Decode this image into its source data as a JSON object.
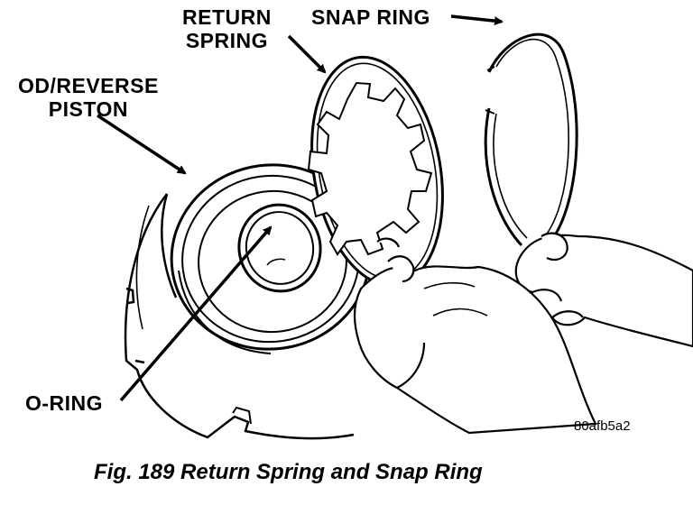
{
  "labels": {
    "return_spring": [
      "RETURN",
      "SPRING"
    ],
    "snap_ring": "SNAP RING",
    "od_reverse_piston": [
      "OD/REVERSE",
      "PISTON"
    ],
    "o_ring": "O-RING"
  },
  "figure_id": "80afb5a2",
  "caption": "Fig. 189 Return Spring and Snap Ring"
}
